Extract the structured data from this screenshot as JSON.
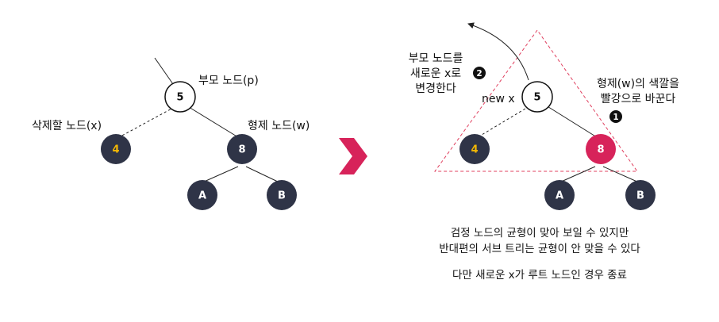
{
  "left": {
    "parent_label": "부모 노드(p)",
    "delete_label": "삭제할 노드(x)",
    "sibling_label": "형제 노드(w)",
    "nodes": {
      "p": "5",
      "x": "4",
      "w": "8",
      "a": "A",
      "b": "B"
    }
  },
  "right": {
    "new_x_label": "new x",
    "step2_lines": [
      "부모 노드를",
      "새로운 x로",
      "변경한다"
    ],
    "step2_marker": "2",
    "step1_lines": [
      "형제(w)의 색깔을",
      "빨강으로 바꾼다"
    ],
    "step1_marker": "1",
    "nodes": {
      "p": "5",
      "x": "4",
      "w": "8",
      "a": "A",
      "b": "B"
    },
    "caption_lines": [
      "검정 노드의 균형이 맞아 보일 수 있지만",
      "반대편의 서브 트리는 균형이 안 맞을 수 있다"
    ],
    "caption_end": "다만 새로운 x가 루트 노드인 경우 종료"
  },
  "colors": {
    "black_node": "#2f3447",
    "red_node": "#d7235a",
    "yellow_text": "#f2b705",
    "arrow": "#d7235a",
    "triangle": "#e0405f"
  }
}
